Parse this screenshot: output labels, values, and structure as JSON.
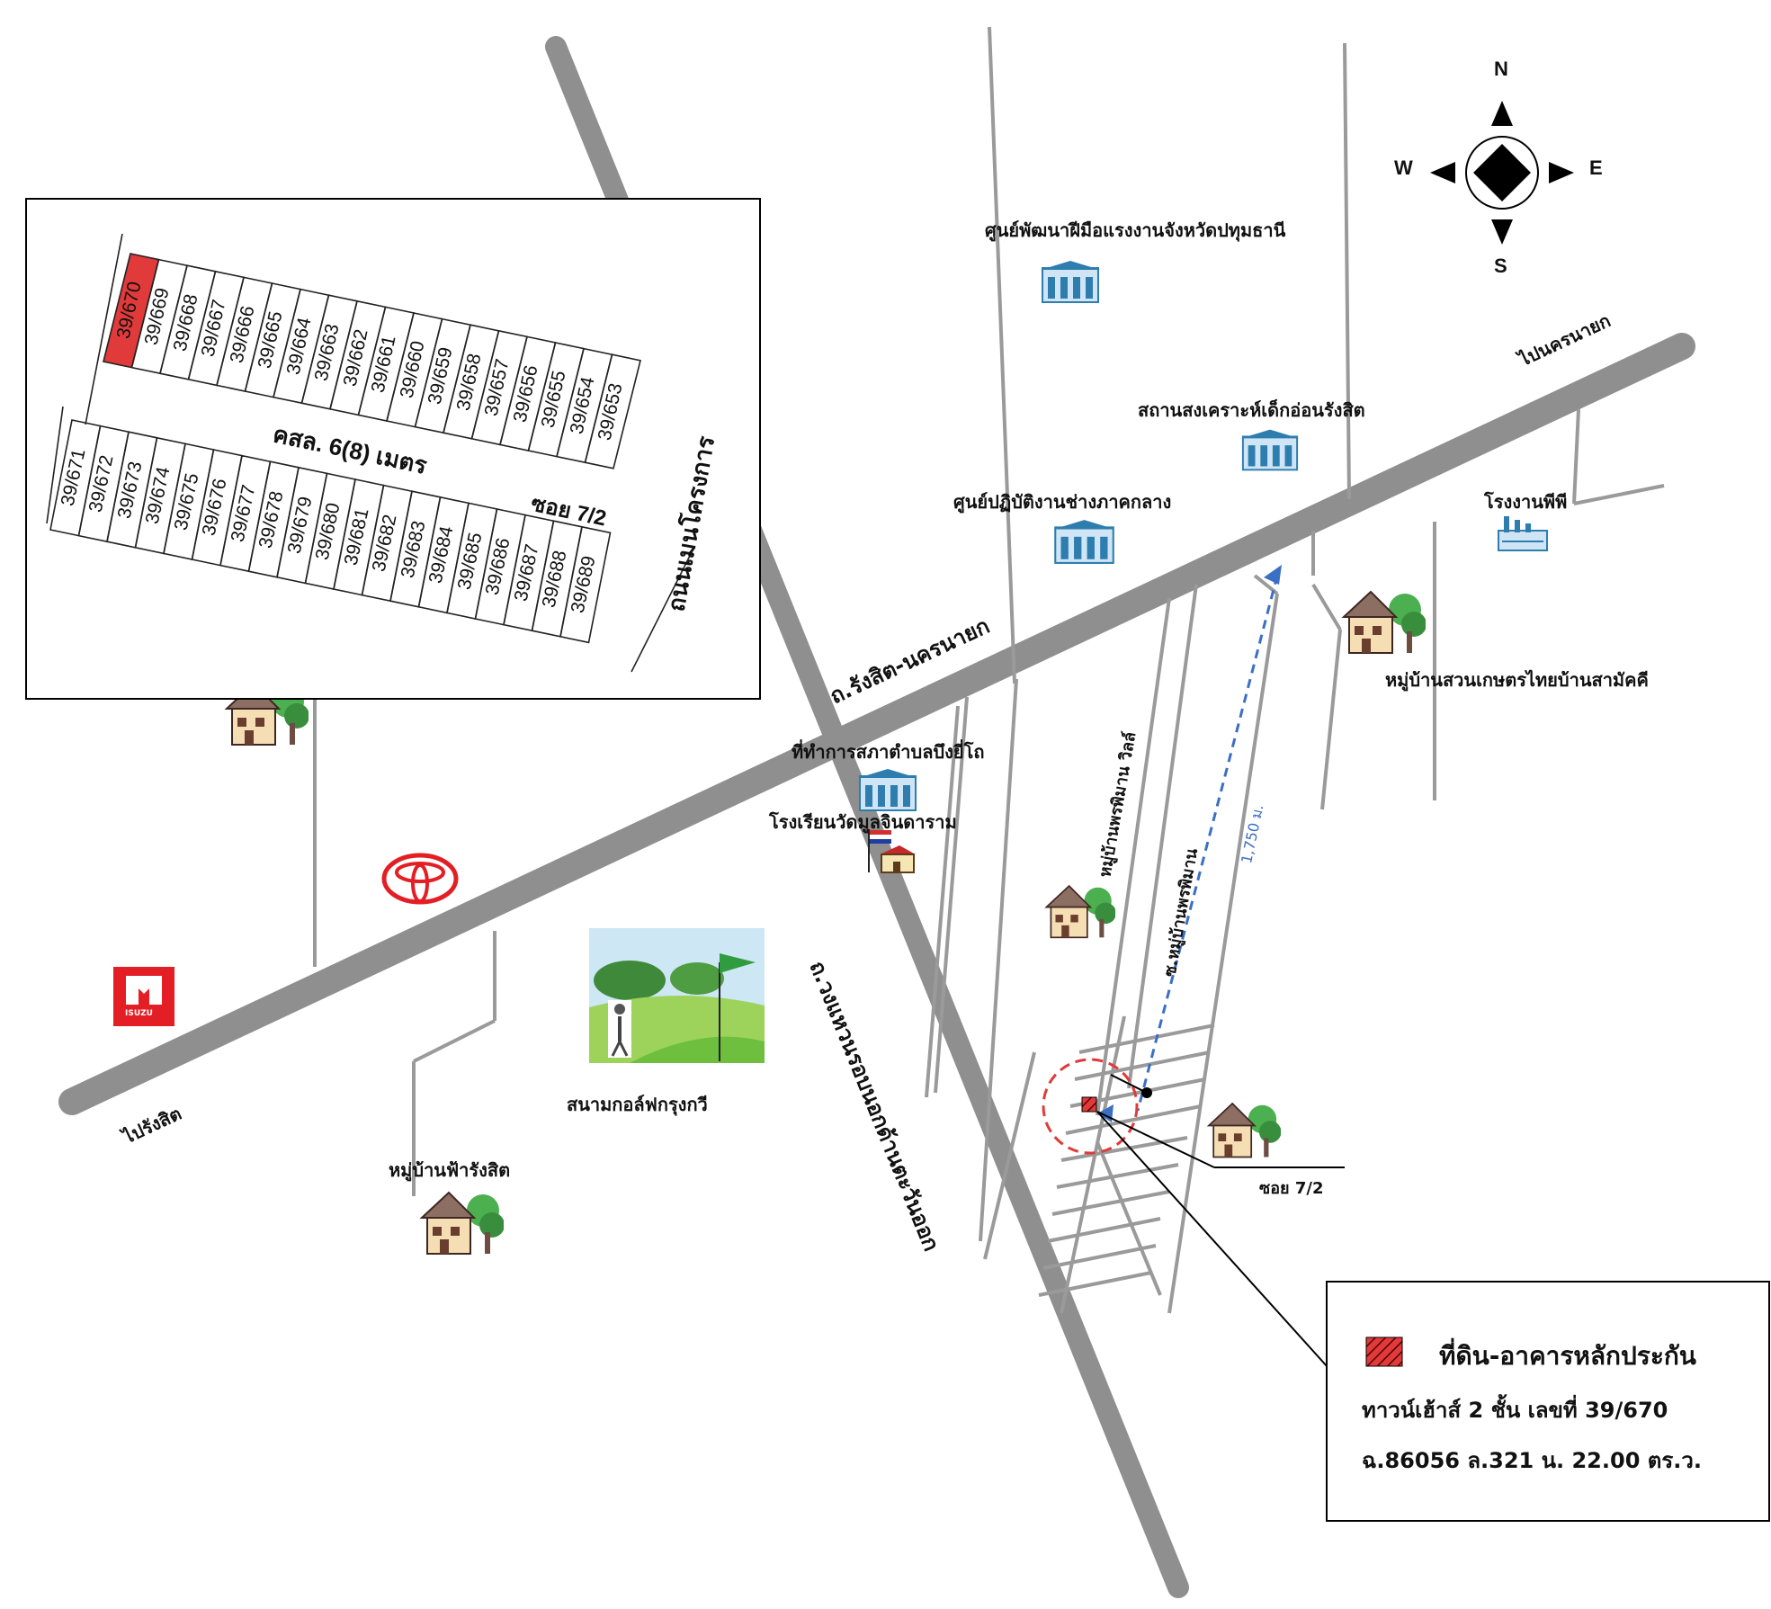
{
  "compass": {
    "n": "N",
    "s": "S",
    "e": "E",
    "w": "W"
  },
  "roads": {
    "main_road": "ถ.รังสิต-นครนายก",
    "ring_road": "ถ.วงแหวนรอบนอกด้านตะวันออก",
    "to_rangsit": "ไปรังสิต",
    "to_nakhon_nayok": "ไปนครนายก",
    "soi_phornphiman": "ซ.หมู่บ้านพรพิมาน",
    "phornphiman_villa": "หมู่บ้านพรพิมาน วิลล์",
    "soi_7_2": "ซอย 7/2",
    "distance": "1,750 ม."
  },
  "places": {
    "labour_center": "ศูนย์พัฒนาฝีมือแรงงานจังหวัดปทุมธานี",
    "welfare_home": "สถานสงเคราะห์เด็กอ่อนรังสิต",
    "technician_center": "ศูนย์ปฏิบัติงานช่างภาคกลาง",
    "pp_factory": "โรงงานพีพี",
    "suan_kaset_village": "หมู่บ้านสวนเกษตรไทยบ้านสามัคคี",
    "tao_office": "ที่ทำการสภาตำบลบึงยี่โถ",
    "school": "โรงเรียนวัดมูลจินดาราม",
    "golf_course": "สนามกอล์ฟกรุงกวี",
    "fa_rangsit_village": "หมู่บ้านฟ้ารังสิต",
    "isuzu_text": "ISUZU"
  },
  "inset": {
    "top_row": [
      "39/670",
      "39/669",
      "39/668",
      "39/667",
      "39/666",
      "39/665",
      "39/664",
      "39/663",
      "39/662",
      "39/661",
      "39/660",
      "39/659",
      "39/658",
      "39/657",
      "39/656",
      "39/655",
      "39/654",
      "39/653"
    ],
    "bottom_row": [
      "39/671",
      "39/672",
      "39/673",
      "39/674",
      "39/675",
      "39/676",
      "39/677",
      "39/678",
      "39/679",
      "39/680",
      "39/681",
      "39/682",
      "39/683",
      "39/684",
      "39/685",
      "39/686",
      "39/687",
      "39/688",
      "39/689"
    ],
    "walkway": "คสล. 6(8) เมตร",
    "soi": "ซอย 7/2",
    "project_road": "ถนนเมนโครงการ",
    "highlight_color": "#e03a3a"
  },
  "legend": {
    "title": "ที่ดิน-อาคารหลักประกัน",
    "line1": "ทาวน์เฮ้าส์ 2 ชั้น เลขที่ 39/670",
    "line2": "ฉ.86056   ล.321   น. 22.00 ตร.ว."
  },
  "colors": {
    "road": "#8f8f8f",
    "minor_road": "#9a9a9a",
    "route": "#3b6fc4",
    "marker": "#e03a3a"
  }
}
